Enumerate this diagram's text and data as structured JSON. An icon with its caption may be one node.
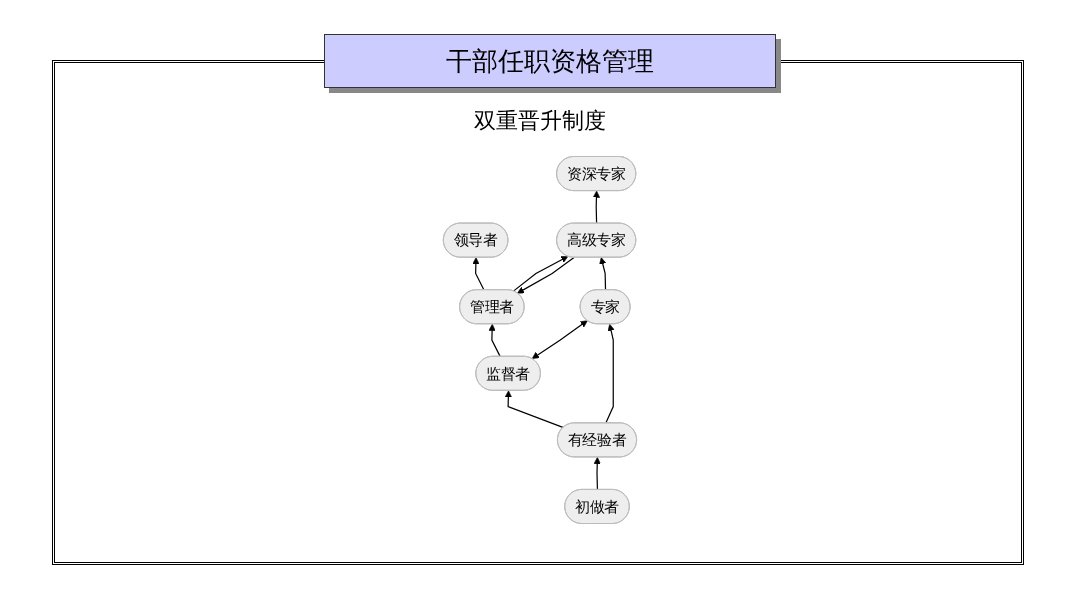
{
  "diagram": {
    "title": "干部任职资格管理",
    "nodes": [
      {
        "text": [
          "领导者"
        ]
      },
      {
        "text": [
          "资深专家"
        ]
      },
      {
        "text": [
          "管理者"
        ]
      },
      {
        "text": [
          "高级专家"
        ]
      },
      {
        "text": [
          "监督者"
        ]
      },
      {
        "text": [
          "专家"
        ]
      },
      {
        "text": [
          "有经验者"
        ]
      },
      {
        "text": [
          "初做者"
        ]
      }
    ],
    "edges": [
      {
        "from": 2,
        "to": 0,
        "arrow": "to"
      },
      {
        "from": 3,
        "to": 1,
        "arrow": "to"
      },
      {
        "from": 2,
        "to": 3,
        "arrow": "to"
      },
      {
        "from": 3,
        "to": 2,
        "arrow": "to"
      },
      {
        "from": 4,
        "to": 2,
        "arrow": "to"
      },
      {
        "from": 5,
        "to": 3,
        "arrow": "to"
      },
      {
        "from": 4,
        "to": 5,
        "arrow": "both"
      },
      {
        "from": 6,
        "to": 4,
        "arrow": "to"
      },
      {
        "from": 6,
        "to": 5,
        "arrow": "to"
      },
      {
        "from": 7,
        "to": 6,
        "arrow": "to"
      }
    ],
    "labels": [
      "双重晋升制度"
    ]
  }
}
